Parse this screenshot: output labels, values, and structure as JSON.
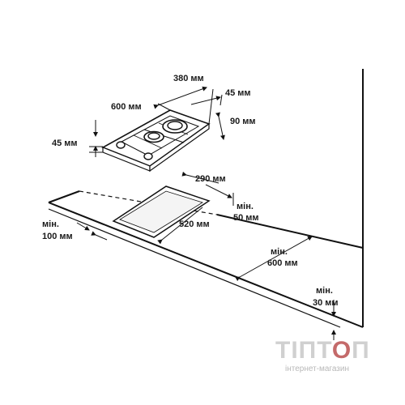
{
  "labels": {
    "width_380": "380 мм",
    "depth_600": "600 мм",
    "top_45": "45 мм",
    "front_90": "90 мм",
    "height_45": "45 мм",
    "cut_290": "290 мм",
    "min_label_a": "мін.",
    "min_50": "50 мм",
    "min_label_b": "мін.",
    "min_100": "100 мм",
    "cut_520": "520 мм",
    "min_label_c": "мін.",
    "min_600": "600 мм",
    "min_label_d": "мін.",
    "min_30": "30 мм"
  },
  "logo": {
    "prefix": "ТІПТ",
    "accent": "О",
    "suffix": "П",
    "tagline": "інтернет-магазин"
  }
}
